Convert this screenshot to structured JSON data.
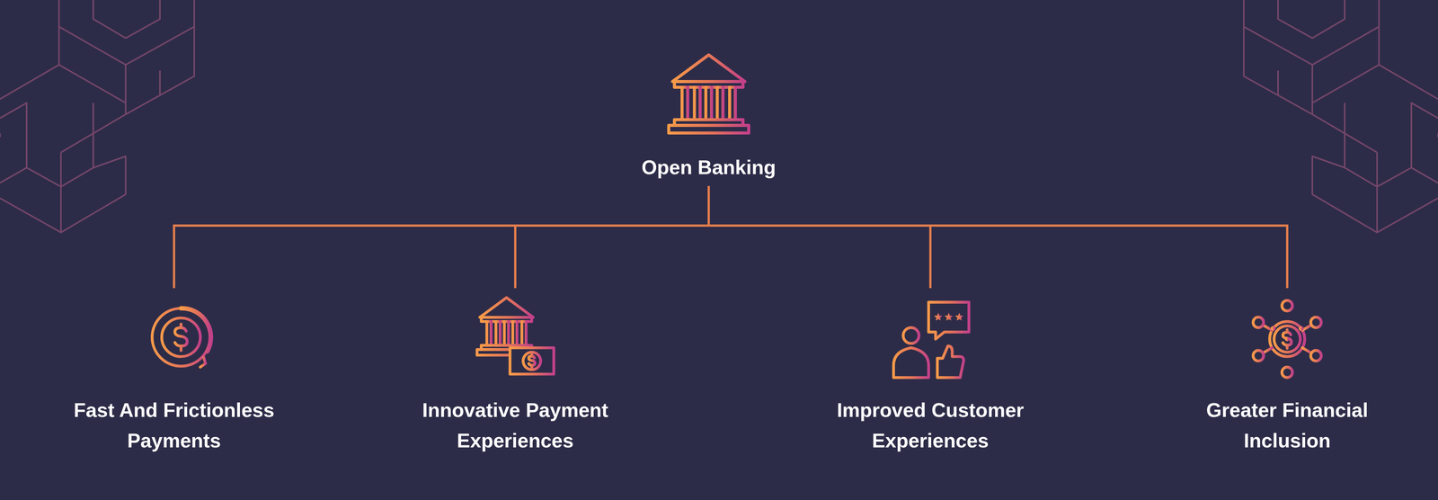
{
  "diagram": {
    "nodes": [
      {
        "text": [
          "Open Banking"
        ]
      },
      {
        "text": [
          "Fast And Frictionless Payments"
        ]
      },
      {
        "text": [
          "Innovative Payment Experiences"
        ]
      },
      {
        "text": [
          "Improved Customer Experiences"
        ]
      },
      {
        "text": [
          "Greater Financial Inclusion"
        ]
      }
    ],
    "edges": [
      {
        "from": 0,
        "to": 1,
        "arrow": "none"
      },
      {
        "from": 0,
        "to": 2,
        "arrow": "none"
      },
      {
        "from": 0,
        "to": 3,
        "arrow": "none"
      },
      {
        "from": 0,
        "to": 4,
        "arrow": "none"
      }
    ]
  }
}
